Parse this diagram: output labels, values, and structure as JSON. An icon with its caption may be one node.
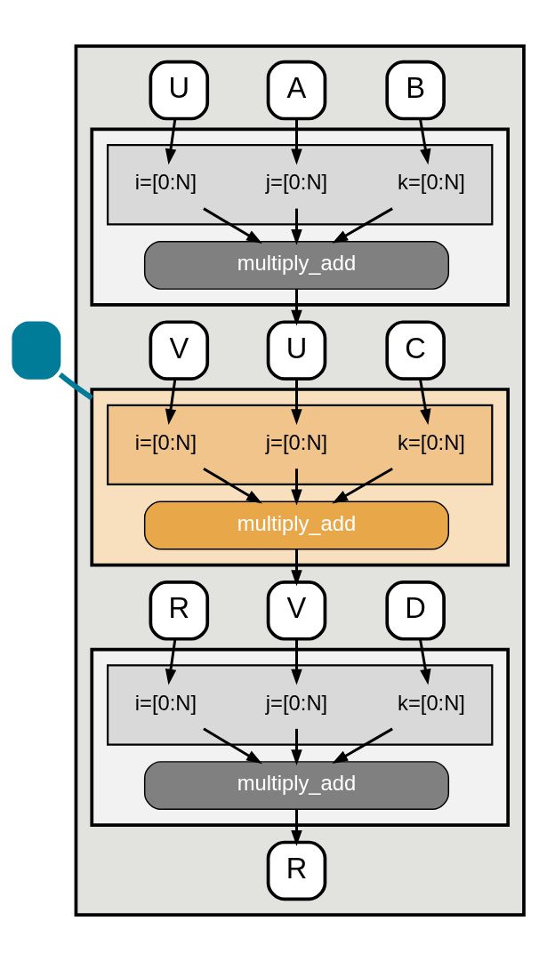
{
  "diagram": {
    "nodes": [
      {
        "text": [],
        "shape": "box"
      },
      {
        "text": [
          "U"
        ],
        "in": 0
      },
      {
        "text": [
          "A"
        ],
        "in": 0
      },
      {
        "text": [
          "B"
        ],
        "in": 0
      },
      {
        "text": [],
        "shape": "box",
        "in": 0
      },
      {
        "text": [],
        "shape": "bar",
        "in": 4
      },
      {
        "text": [
          "i=[0:N]"
        ],
        "in": 5
      },
      {
        "text": [
          "j=[0:N]"
        ],
        "in": 5
      },
      {
        "text": [
          "k=[0:N]"
        ],
        "in": 5
      },
      {
        "text": [
          "multiply_add"
        ],
        "in": 4
      },
      {
        "text": [
          "V"
        ],
        "in": 0
      },
      {
        "text": [
          "U"
        ],
        "in": 0
      },
      {
        "text": [
          "C"
        ],
        "in": 0
      },
      {
        "text": [],
        "shape": "box",
        "in": 0
      },
      {
        "text": [],
        "shape": "bar",
        "in": 13
      },
      {
        "text": [
          "i=[0:N]"
        ],
        "in": 14
      },
      {
        "text": [
          "j=[0:N]"
        ],
        "in": 14
      },
      {
        "text": [
          "k=[0:N]"
        ],
        "in": 14
      },
      {
        "text": [
          "multiply_add"
        ],
        "in": 13
      },
      {
        "text": [
          "R"
        ],
        "in": 0
      },
      {
        "text": [
          "V"
        ],
        "in": 0
      },
      {
        "text": [
          "D"
        ],
        "in": 0
      },
      {
        "text": [],
        "shape": "box",
        "in": 0
      },
      {
        "text": [],
        "shape": "bar",
        "in": 22
      },
      {
        "text": [
          "i=[0:N]"
        ],
        "in": 23
      },
      {
        "text": [
          "j=[0:N]"
        ],
        "in": 23
      },
      {
        "text": [
          "k=[0:N]"
        ],
        "in": 23
      },
      {
        "text": [
          "multiply_add"
        ],
        "in": 22
      },
      {
        "text": [
          "R"
        ],
        "in": 0
      },
      {
        "text": [],
        "shape": "box"
      }
    ],
    "edges": [
      {
        "from": 1,
        "to": 6,
        "arrow": "to"
      },
      {
        "from": 2,
        "to": 7,
        "arrow": "to"
      },
      {
        "from": 3,
        "to": 8,
        "arrow": "to"
      },
      {
        "from": 6,
        "to": 9,
        "arrow": "to"
      },
      {
        "from": 7,
        "to": 9,
        "arrow": "to"
      },
      {
        "from": 8,
        "to": 9,
        "arrow": "to"
      },
      {
        "from": 9,
        "to": 11,
        "arrow": "to"
      },
      {
        "from": 10,
        "to": 15,
        "arrow": "to"
      },
      {
        "from": 11,
        "to": 16,
        "arrow": "to"
      },
      {
        "from": 12,
        "to": 17,
        "arrow": "to"
      },
      {
        "from": 15,
        "to": 18,
        "arrow": "to"
      },
      {
        "from": 16,
        "to": 18,
        "arrow": "to"
      },
      {
        "from": 17,
        "to": 18,
        "arrow": "to"
      },
      {
        "from": 18,
        "to": 20,
        "arrow": "to"
      },
      {
        "from": 19,
        "to": 24,
        "arrow": "to"
      },
      {
        "from": 20,
        "to": 25,
        "arrow": "to"
      },
      {
        "from": 21,
        "to": 26,
        "arrow": "to"
      },
      {
        "from": 24,
        "to": 27,
        "arrow": "to"
      },
      {
        "from": 25,
        "to": 27,
        "arrow": "to"
      },
      {
        "from": 26,
        "to": 27,
        "arrow": "to"
      },
      {
        "from": 27,
        "to": 28,
        "arrow": "to"
      },
      {
        "from": 29,
        "to": 13,
        "arrow": "none",
        "color": "#007c99",
        "style": "thick"
      }
    ]
  }
}
